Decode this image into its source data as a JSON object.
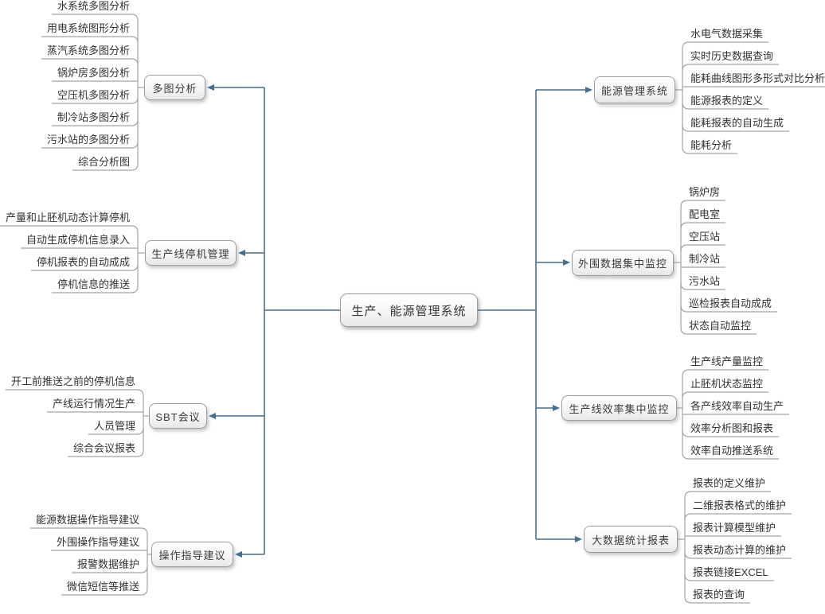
{
  "diagram": {
    "root": {
      "label": "生产、能源管理系统"
    },
    "left_branches": [
      {
        "label": "多图分析",
        "children": [
          "水系统多图分析",
          "用电系统图形分析",
          "蒸汽系统多图分析",
          "锅炉房多图分析",
          "空压机多图分析",
          "制冷站多图分析",
          "污水站的多图分析",
          "综合分析图"
        ]
      },
      {
        "label": "生产线停机管理",
        "children": [
          "产量和止胚机动态计算停机",
          "自动生成停机信息录入",
          "停机报表的自动成成",
          "停机信息的推送"
        ]
      },
      {
        "label": "SBT会议",
        "children": [
          "开工前推送之前的停机信息",
          "产线运行情况生产",
          "人员管理",
          "综合会议报表"
        ]
      },
      {
        "label": "操作指导建议",
        "children": [
          "能源数据操作指导建议",
          "外围操作指导建议",
          "报警数据维护",
          "微信短信等推送"
        ]
      }
    ],
    "right_branches": [
      {
        "label": "能源管理系统",
        "children": [
          "水电气数据采集",
          "实时历史数据查询",
          "能耗曲线图形多形式对比分析",
          "能源报表的定义",
          "能耗报表的自动生成",
          "能耗分析"
        ]
      },
      {
        "label": "外围数据集中监控",
        "children": [
          "锅炉房",
          "配电室",
          "空压站",
          "制冷站",
          "污水站",
          "巡检报表自动成成",
          "状态自动监控"
        ]
      },
      {
        "label": "生产线效率集中监控",
        "children": [
          "生产线产量监控",
          "止胚机状态监控",
          "各产线效率自动生产",
          "效率分析图和报表",
          "效率自动推送系统"
        ]
      },
      {
        "label": "大数据统计报表",
        "children": [
          "报表的定义维护",
          "二维报表格式的维护",
          "报表计算模型维护",
          "报表动态计算的维护",
          "报表链接EXCEL",
          "报表的查询"
        ]
      }
    ],
    "colors": {
      "connector_blue": "#456f8e",
      "branch_line_gray": "#a3a3a3",
      "node_border": "#9d9d9d",
      "text": "#3a3a3a"
    }
  }
}
